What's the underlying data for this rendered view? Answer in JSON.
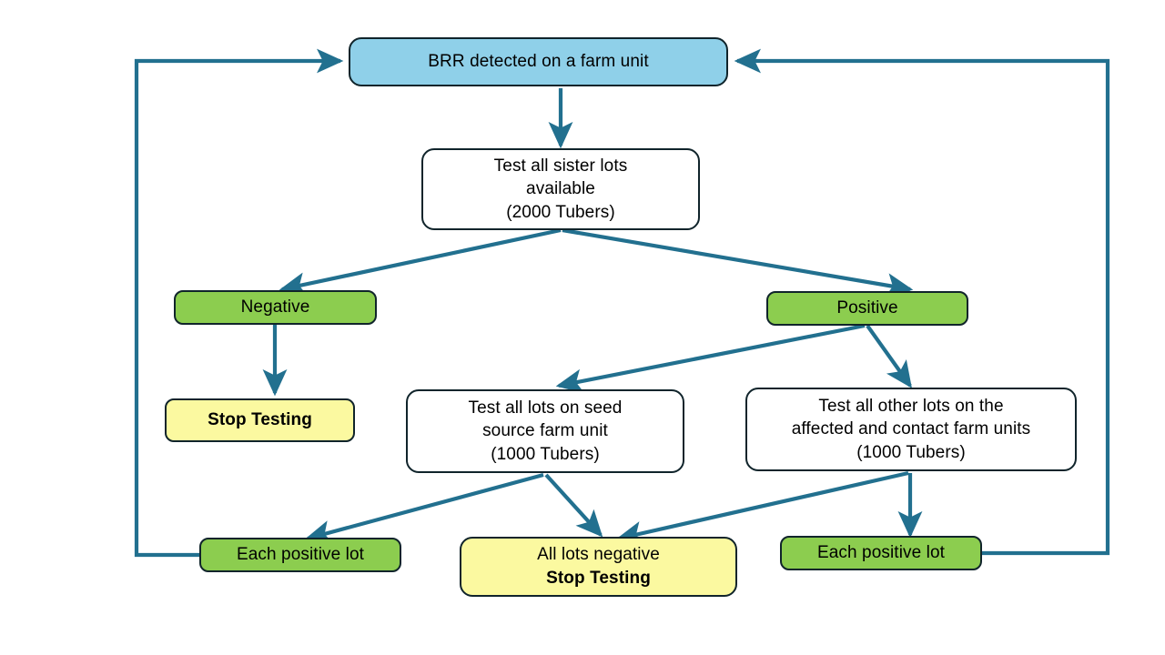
{
  "diagram": {
    "title": "BRR farm unit testing decision flowchart",
    "colors": {
      "connector": "#22708f",
      "node_border": "#10242b",
      "blue_fill": "#8fd0e9",
      "green_fill": "#8ccd4f",
      "yellow_fill": "#fbf9a0",
      "white_fill": "#ffffff"
    },
    "nodes": [
      {
        "id": "brr-detected",
        "lines": [
          {
            "text": "BRR detected on a farm unit",
            "bold": false
          }
        ]
      },
      {
        "id": "test-sister-lots",
        "lines": [
          {
            "text": "Test all sister lots",
            "bold": false
          },
          {
            "text": "available",
            "bold": false
          },
          {
            "text": "(2000 Tubers)",
            "bold": false
          }
        ]
      },
      {
        "id": "negative",
        "lines": [
          {
            "text": "Negative",
            "bold": false
          }
        ]
      },
      {
        "id": "positive",
        "lines": [
          {
            "text": "Positive",
            "bold": false
          }
        ]
      },
      {
        "id": "stop-testing",
        "lines": [
          {
            "text": "Stop Testing",
            "bold": true
          }
        ]
      },
      {
        "id": "test-seed-source",
        "lines": [
          {
            "text": "Test all lots on seed",
            "bold": false
          },
          {
            "text": "source farm unit",
            "bold": false
          },
          {
            "text": "(1000 Tubers)",
            "bold": false
          }
        ]
      },
      {
        "id": "test-other-lots",
        "lines": [
          {
            "text": "Test all other lots on the",
            "bold": false
          },
          {
            "text": "affected and contact farm units",
            "bold": false
          },
          {
            "text": "(1000 Tubers)",
            "bold": false
          }
        ]
      },
      {
        "id": "each-positive-lot-left",
        "lines": [
          {
            "text": "Each positive lot",
            "bold": false
          }
        ]
      },
      {
        "id": "all-lots-negative",
        "lines": [
          {
            "text": "All lots negative",
            "bold": false
          },
          {
            "text": "Stop Testing",
            "bold": true
          }
        ]
      },
      {
        "id": "each-positive-lot-right",
        "lines": [
          {
            "text": "Each positive lot",
            "bold": false
          }
        ]
      }
    ]
  }
}
